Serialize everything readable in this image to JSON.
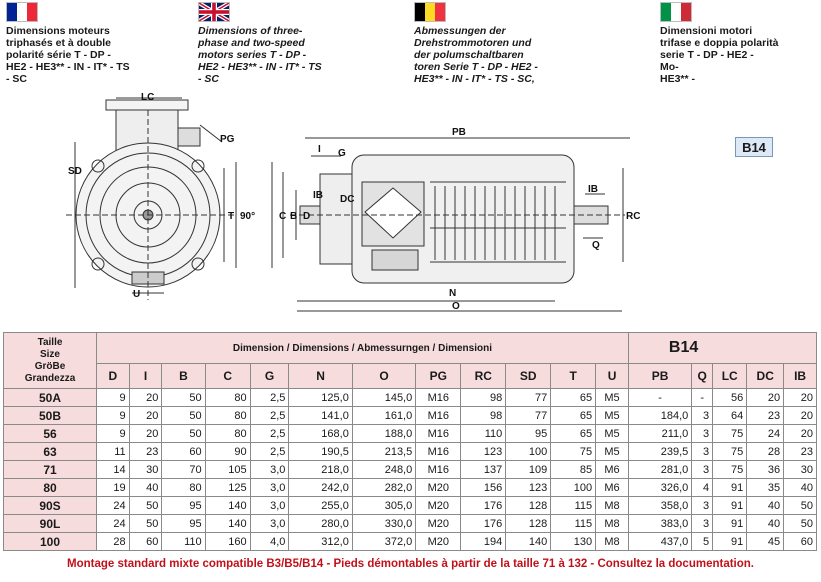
{
  "languages": [
    {
      "id": "fr",
      "colors": [
        "#002395",
        "#ffffff",
        "#ed2939"
      ],
      "text": "Dimensions moteurs\ntriphasés et à double\npolarité série T - DP -\nHE2 - HE3** - IN - IT* - TS\n- SC"
    },
    {
      "id": "en",
      "colors": [
        "#012169",
        "#ffffff",
        "#c8102e"
      ],
      "text": "Dimensions of three-\nphase and two-speed\nmotors series T - DP -\nHE2 - HE3** - IN - IT* - TS\n- SC"
    },
    {
      "id": "de",
      "colors": [
        "#000000",
        "#fdda24",
        "#ef3340"
      ],
      "text": "Abmessungen der\nDrehstrommotoren und\nder polumschaltbaren\ntoren Serie T - DP - HE2 -\nHE3** - IN - IT* - TS - SC,"
    },
    {
      "id": "it",
      "colors": [
        "#009246",
        "#ffffff",
        "#ce2b37"
      ],
      "text": "Dimensioni motori\ntrifase e doppia polarità\nserie T - DP - HE2 -\nMo-\nHE3** -"
    }
  ],
  "b14_tag": "B14",
  "drawing": {
    "labels": {
      "lc": "LC",
      "pg": "PG",
      "sd": "SD",
      "t": "T",
      "deg": "90°",
      "u": "U",
      "pb": "PB",
      "i": "I",
      "g": "G",
      "ib": "IB",
      "dc": "DC",
      "c": "C",
      "b": "B",
      "d": "D",
      "rc": "RC",
      "q": "Q",
      "n": "N",
      "o": "O"
    }
  },
  "table": {
    "taille_header": [
      "Taille",
      "Size",
      "GröBe",
      "Grandezza"
    ],
    "dim_header": "Dimension / Dimensions / Abmessurngen / Dimensioni",
    "b14_header": "B14",
    "columns": [
      "D",
      "I",
      "B",
      "C",
      "G",
      "N",
      "O",
      "PG",
      "RC",
      "SD",
      "T",
      "U",
      "PB",
      "Q",
      "LC",
      "DC",
      "IB"
    ],
    "rows": [
      {
        "size": "50A",
        "values": [
          "9",
          "20",
          "50",
          "80",
          "2,5",
          "125,0",
          "145,0",
          "M16",
          "98",
          "77",
          "65",
          "M5",
          "-",
          "-",
          "56",
          "20",
          "20"
        ]
      },
      {
        "size": "50B",
        "values": [
          "9",
          "20",
          "50",
          "80",
          "2,5",
          "141,0",
          "161,0",
          "M16",
          "98",
          "77",
          "65",
          "M5",
          "184,0",
          "3",
          "64",
          "23",
          "20"
        ]
      },
      {
        "size": "56",
        "values": [
          "9",
          "20",
          "50",
          "80",
          "2,5",
          "168,0",
          "188,0",
          "M16",
          "110",
          "95",
          "65",
          "M5",
          "211,0",
          "3",
          "75",
          "24",
          "20"
        ]
      },
      {
        "size": "63",
        "values": [
          "11",
          "23",
          "60",
          "90",
          "2,5",
          "190,5",
          "213,5",
          "M16",
          "123",
          "100",
          "75",
          "M5",
          "239,5",
          "3",
          "75",
          "28",
          "23"
        ]
      },
      {
        "size": "71",
        "values": [
          "14",
          "30",
          "70",
          "105",
          "3,0",
          "218,0",
          "248,0",
          "M16",
          "137",
          "109",
          "85",
          "M6",
          "281,0",
          "3",
          "75",
          "36",
          "30"
        ]
      },
      {
        "size": "80",
        "values": [
          "19",
          "40",
          "80",
          "125",
          "3,0",
          "242,0",
          "282,0",
          "M20",
          "156",
          "123",
          "100",
          "M6",
          "326,0",
          "4",
          "91",
          "35",
          "40"
        ]
      },
      {
        "size": "90S",
        "values": [
          "24",
          "50",
          "95",
          "140",
          "3,0",
          "255,0",
          "305,0",
          "M20",
          "176",
          "128",
          "115",
          "M8",
          "358,0",
          "3",
          "91",
          "40",
          "50"
        ]
      },
      {
        "size": "90L",
        "values": [
          "24",
          "50",
          "95",
          "140",
          "3,0",
          "280,0",
          "330,0",
          "M20",
          "176",
          "128",
          "115",
          "M8",
          "383,0",
          "3",
          "91",
          "40",
          "50"
        ]
      },
      {
        "size": "100",
        "values": [
          "28",
          "60",
          "110",
          "160",
          "4,0",
          "312,0",
          "372,0",
          "M20",
          "194",
          "140",
          "130",
          "M8",
          "437,0",
          "5",
          "91",
          "45",
          "60"
        ]
      }
    ]
  },
  "footer": "Montage standard  mixte compatible  B3/B5/B14 - Pieds démontables à partir de la taille 71 à 132 -  Consultez  la documentation."
}
